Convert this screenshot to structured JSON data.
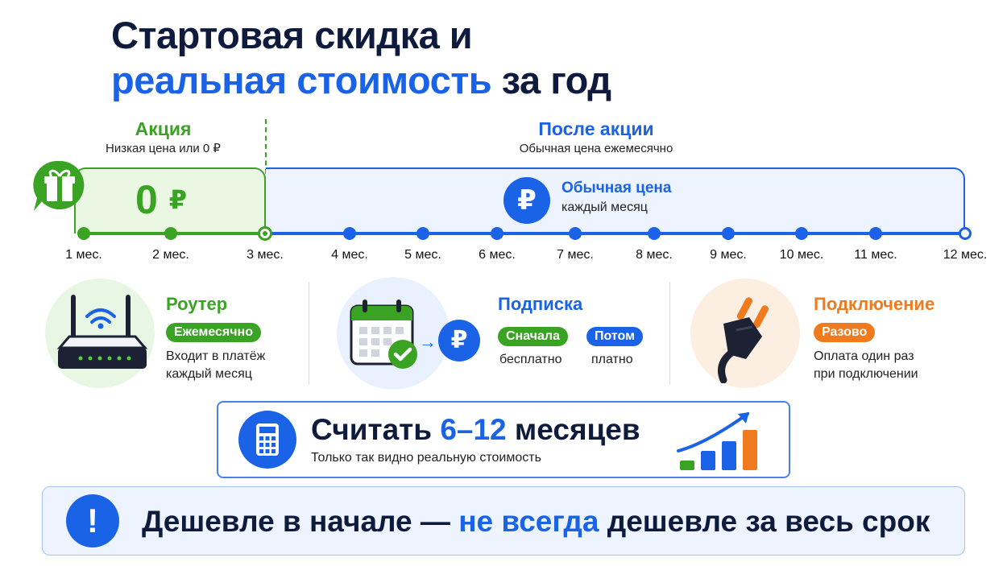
{
  "title": {
    "line1": "Стартовая скидка и",
    "line2_blue": "реальная стоимость",
    "line2_dark": "за год"
  },
  "promo": {
    "heading": "Акция",
    "subtitle": "Низкая цена или 0 ₽",
    "price": "0",
    "currency": "₽",
    "color": "#3aa324"
  },
  "after_promo": {
    "heading": "После акции",
    "subtitle": "Обычная цена ежемесячно",
    "currency": "₽",
    "regular_title": "Обычная цена",
    "regular_sub": "каждый месяц",
    "color": "#1a63e6"
  },
  "timeline": {
    "months": [
      "1 мес.",
      "2 мес.",
      "3 мес.",
      "4 мес.",
      "5 мес.",
      "6 мес.",
      "7 мес.",
      "8 мес.",
      "9 мес.",
      "10 мес.",
      "11 мес.",
      "12 мес."
    ],
    "promo_months": 3
  },
  "router": {
    "title": "Роутер",
    "badge": "Ежемесячно",
    "line1": "Входит в платёж",
    "line2": "каждый месяц"
  },
  "subscription": {
    "title": "Подписка",
    "badge_first": "Сначала",
    "badge_then": "Потом",
    "first_text": "бесплатно",
    "then_text": "платно",
    "currency": "₽",
    "arrow": "→"
  },
  "connection": {
    "title": "Подключение",
    "badge": "Разово",
    "line1": "Оплата один раз",
    "line2": "при подключении",
    "color": "#f07a1e"
  },
  "count_box": {
    "prefix": "Считать",
    "highlight": "6–12",
    "suffix": "месяцев",
    "subtitle": "Только так видно реальную стоимость"
  },
  "warning": {
    "icon": "!",
    "part1": "Дешевле в начале —",
    "part2": "не всегда",
    "part3": "дешевле за весь срок"
  }
}
